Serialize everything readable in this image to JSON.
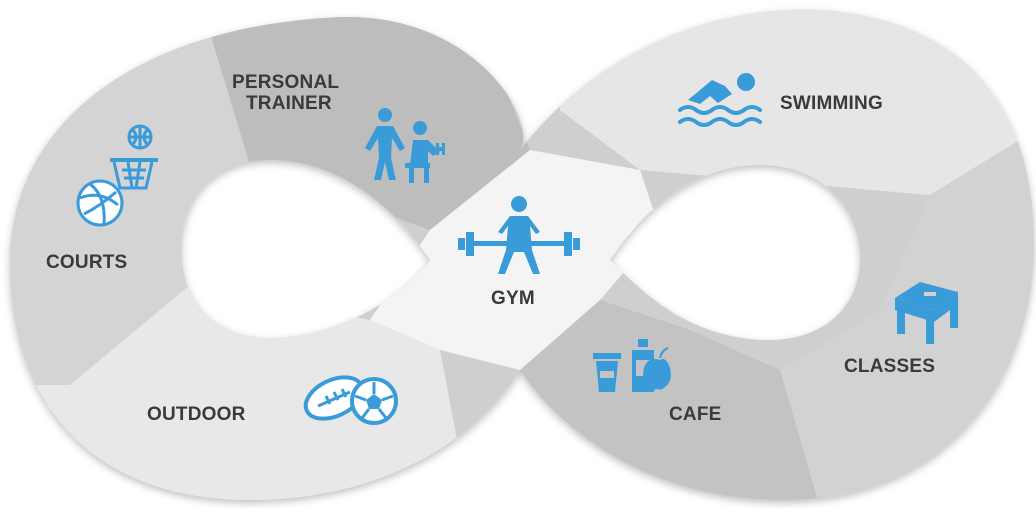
{
  "colors": {
    "accent": "#3a9bd9",
    "text": "#3a3a3a",
    "segment_light": "#ececec",
    "segment_mid": "#d6d6d6",
    "segment_dark": "#bebebe",
    "center_band": "#f6f6f6"
  },
  "segments": [
    {
      "id": "courts",
      "label": "COURTS",
      "icon": "basketball-volleyball-icon"
    },
    {
      "id": "personal-trainer",
      "label_line1": "PERSONAL",
      "label_line2": "TRAINER",
      "icon": "trainer-icon"
    },
    {
      "id": "gym",
      "label": "GYM",
      "icon": "weightlifting-icon"
    },
    {
      "id": "swimming",
      "label": "SWIMMING",
      "icon": "swimmer-icon"
    },
    {
      "id": "classes",
      "label": "CLASSES",
      "icon": "step-platform-icon"
    },
    {
      "id": "cafe",
      "label": "CAFE",
      "icon": "cup-apple-icon"
    },
    {
      "id": "outdoor",
      "label": "OUTDOOR",
      "icon": "football-soccer-icon"
    }
  ]
}
